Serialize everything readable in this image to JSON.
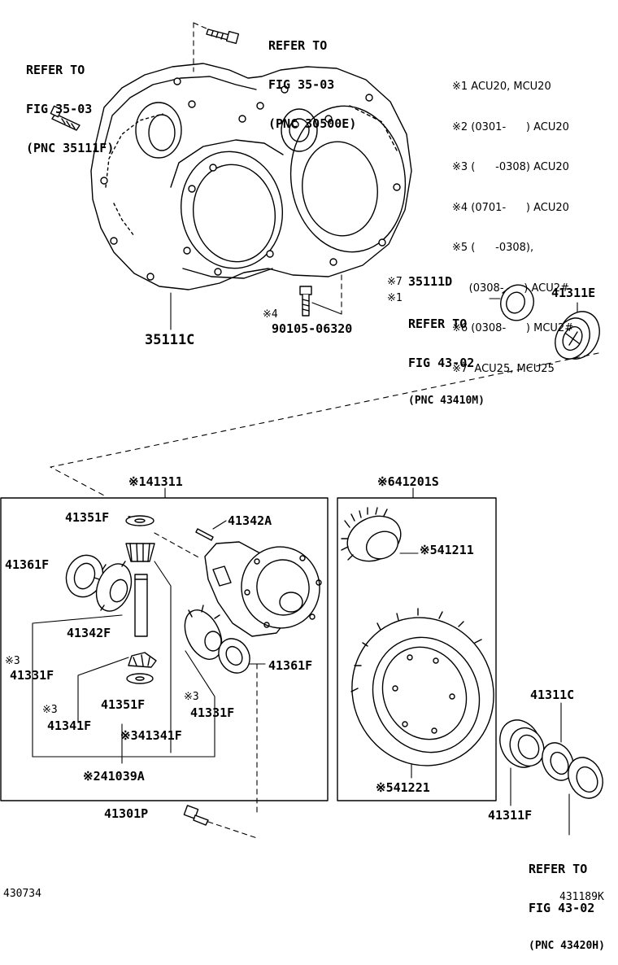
{
  "notes": [
    "※1 ACU20, MCU20",
    "※2 (0301-      ) ACU20",
    "※3 (      -0308) ACU20",
    "※4 (0701-      ) ACU20",
    "※5 (      -0308),",
    "     (0308-      ) ACU2#",
    "※6 (0308-      ) MCU2#",
    "※7  ACU25, MCU25"
  ],
  "refs": {
    "ref1": [
      "REFER TO",
      "FIG 35-03",
      "(PNC 35111F)"
    ],
    "ref2": [
      "REFER TO",
      "FIG 35-03",
      "(PNC 30500E)"
    ],
    "ref3": [
      "REFER TO",
      "FIG 43-02",
      "(PNC 43410M)"
    ],
    "ref4": [
      "REFER TO",
      "FIG 43-02",
      "(PNC 43420H)"
    ]
  },
  "parts": {
    "p35111c": "35111C",
    "p90105": "90105-06320",
    "p90105_mark": "※4",
    "p35111d": "35111D",
    "p35111d_mark": "※7",
    "ref3_mark": "※1",
    "p41311e": "41311E",
    "box_left_title": "※141311",
    "box_right_title": "※641201S",
    "p41351f_a": "41351F",
    "p41342a": "41342A",
    "p41361f_a": "41361F",
    "p41342f": "41342F",
    "p41331f_a_mark": "※3",
    "p41331f_a": "41331F",
    "p41351f_b": "41351F",
    "p41341f_a_mark": "※3",
    "p41341f_a": "41341F",
    "p41341f_b": "※341341F",
    "p41331f_b_mark": "※3",
    "p41331f_b": "41331F",
    "p41361f_b": "41361F",
    "p241039a": "※241039A",
    "p41301p": "41301P",
    "p541211": "※541211",
    "p541221": "※541221",
    "p41311c": "41311C",
    "p41311f": "41311F"
  },
  "footer": {
    "left_code": "430734",
    "right_code": "431189K"
  }
}
